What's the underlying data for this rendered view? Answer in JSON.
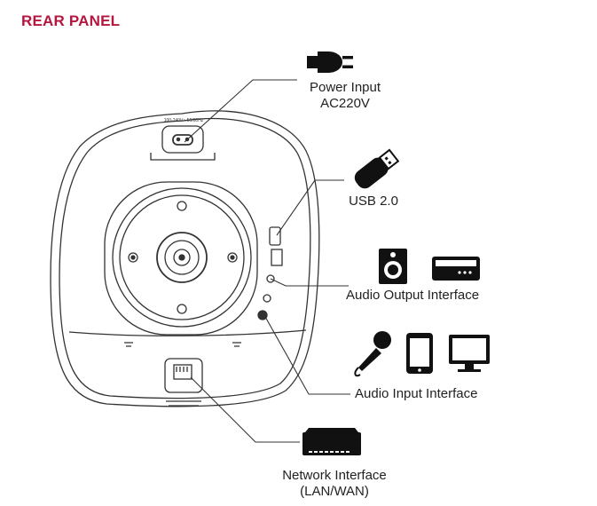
{
  "page": {
    "title": "REAR PANEL"
  },
  "device": {
    "power_socket_text": "100-240V~ 50/60Hz"
  },
  "callouts": {
    "power": {
      "line1": "Power Input",
      "line2": "AC220V",
      "icon": "plug-icon"
    },
    "usb": {
      "line1": "USB 2.0",
      "icon": "usb-drive-icon"
    },
    "audio_out": {
      "line1": "Audio Output Interface",
      "icons": [
        "speaker-icon",
        "amplifier-icon"
      ]
    },
    "audio_in": {
      "line1": "Audio Input Interface",
      "icons": [
        "microphone-icon",
        "phone-icon",
        "monitor-icon"
      ]
    },
    "network": {
      "line1": "Network Interface",
      "line2": "(LAN/WAN)",
      "icon": "network-switch-icon"
    }
  },
  "colors": {
    "accent": "#b5163f",
    "ink": "#1a1a1a",
    "line": "#333333"
  }
}
